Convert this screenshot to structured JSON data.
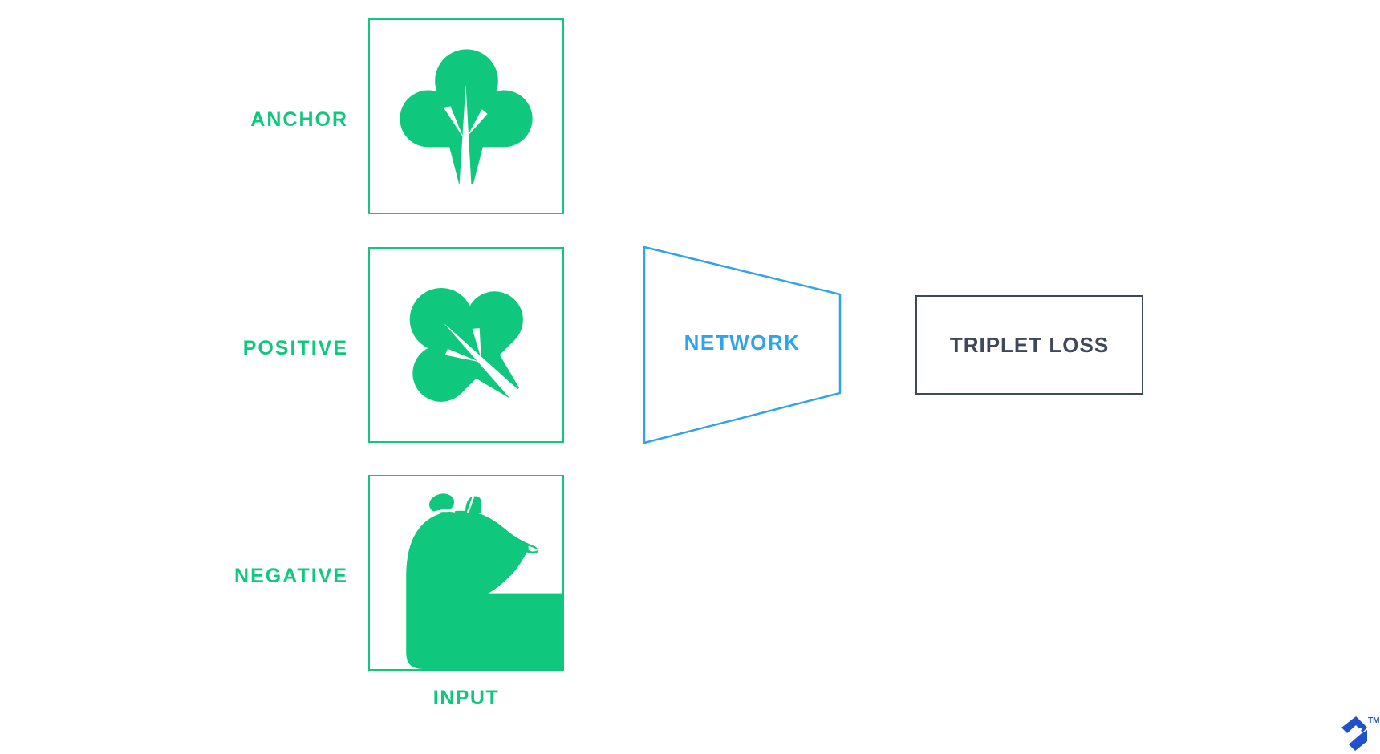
{
  "colors": {
    "green": "#0FC87E",
    "blue": "#31A3E8",
    "slate": "#3E4858",
    "logo_blue": "#2150CC",
    "background": "#FFFFFF"
  },
  "inputs": {
    "rows": [
      {
        "label": "ANCHOR",
        "icon": "tree-icon"
      },
      {
        "label": "POSITIVE",
        "icon": "rotated-tree-icon"
      },
      {
        "label": "NEGATIVE",
        "icon": "big-cat-icon"
      }
    ],
    "caption": "INPUT"
  },
  "network": {
    "label": "NETWORK",
    "shape": "trapezoid"
  },
  "loss": {
    "label": "TRIPLET LOSS",
    "shape": "rectangle"
  },
  "branding": {
    "logo": "toptal-mark",
    "trademark": "TM"
  }
}
